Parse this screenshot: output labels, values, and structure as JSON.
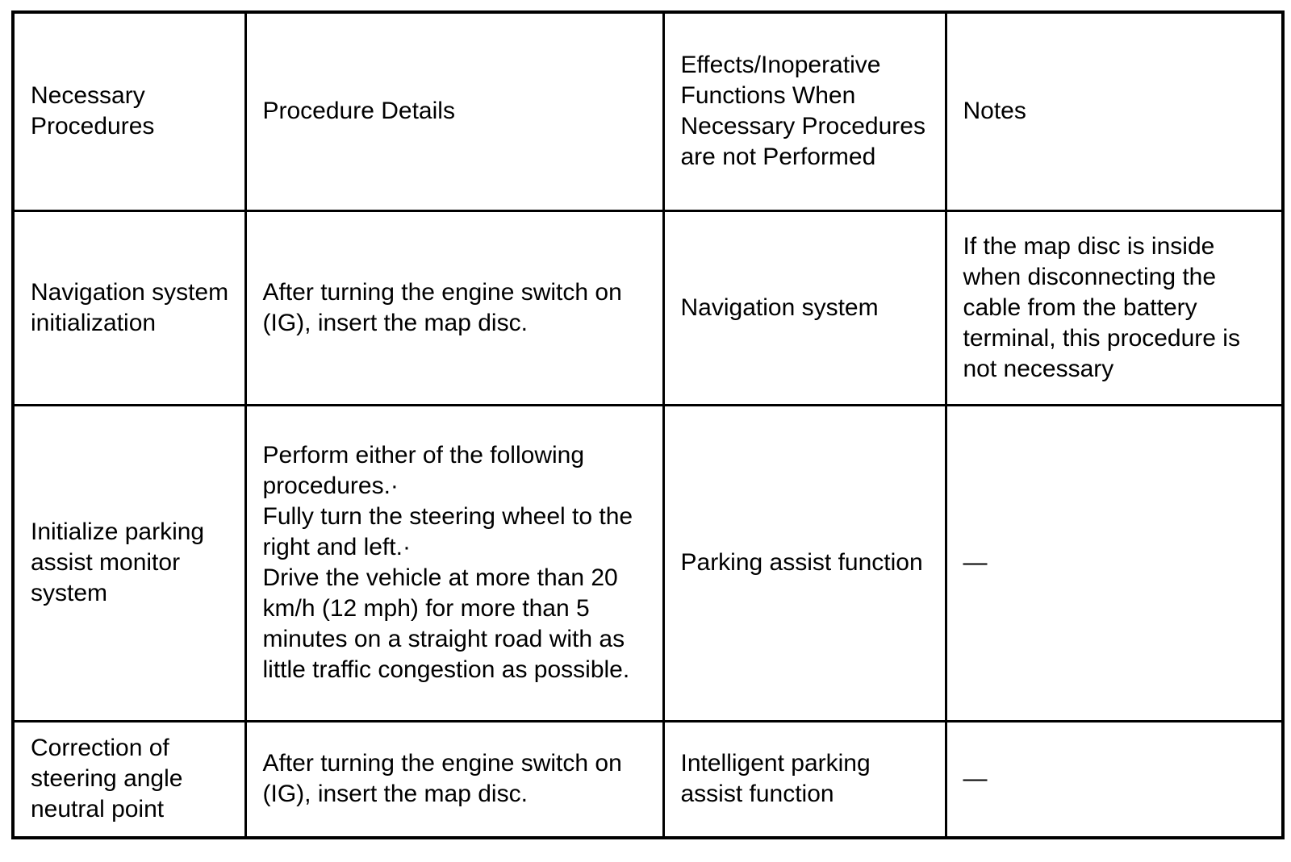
{
  "table": {
    "headers": [
      "Necessary Procedures",
      "Procedure Details",
      "Effects/Inoperative Functions When Necessary Procedures are not Performed",
      "Notes"
    ],
    "rows": [
      {
        "procedure": "Navigation system initialization",
        "details": "After turning the engine switch on (IG), insert the map disc.",
        "effects": "Navigation system",
        "notes": "If the map disc is inside when disconnecting the cable from the battery terminal, this procedure is not necessary"
      },
      {
        "procedure": "Initialize parking assist monitor system",
        "details": "Perform either of the following procedures.·\nFully turn the steering wheel to the right and left.·\nDrive the vehicle at more than 20 km/h (12 mph) for more than 5 minutes on a straight road with as little traffic congestion as possible.",
        "effects": "Parking assist function",
        "notes": "—"
      },
      {
        "procedure": "Correction of steering angle neutral point",
        "details": "After turning the engine switch on (IG), insert the map disc.",
        "effects": "Intelligent parking assist function",
        "notes": "—"
      }
    ]
  }
}
